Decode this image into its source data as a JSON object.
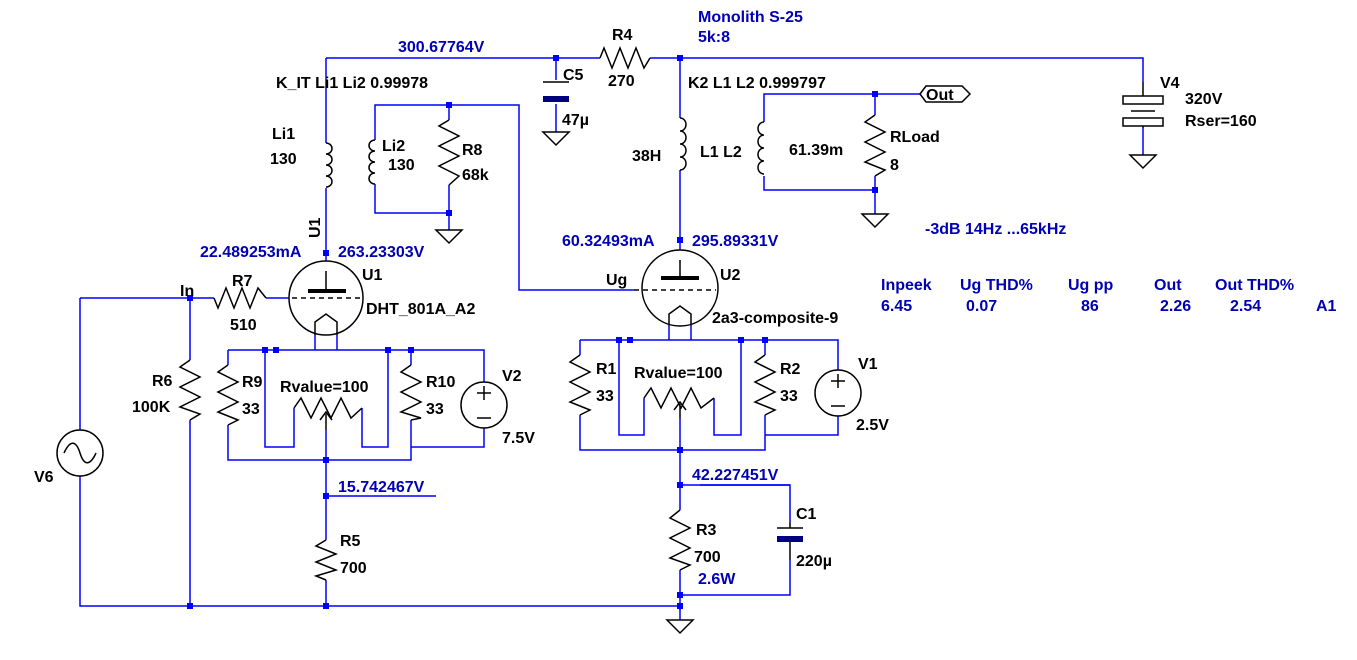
{
  "title": "Monolith S-25",
  "subtitle": "5k:8",
  "net_labels": {
    "b_plus": "300.67764V",
    "u1_current": "22.489253mA",
    "u1_plate": "263.23303V",
    "u2_current": "60.32493mA",
    "u2_plate": "295.89331V",
    "u1_cathode": "15.742467V",
    "u2_cathode": "42.227451V",
    "r3_power": "2.6W",
    "bandwidth": "-3dB  14Hz ...65kHz"
  },
  "directives": {
    "k_it": "K_IT Li1 Li2  0.99978",
    "k2": "K2 L1 L2 0.999797"
  },
  "ports": {
    "out": "Out",
    "in": "In",
    "ug": "Ug"
  },
  "components": {
    "R4": {
      "name": "R4",
      "value": "270"
    },
    "C5": {
      "name": "C5",
      "value": "47µ"
    },
    "V4": {
      "name": "V4",
      "value": "320V",
      "extra": "Rser=160"
    },
    "Li1": {
      "name": "Li1",
      "value": "130"
    },
    "Li2": {
      "name": "Li2",
      "value": "130"
    },
    "R8": {
      "name": "R8",
      "value": "68k"
    },
    "L1": {
      "name": "L1",
      "value": "38H"
    },
    "L2": {
      "name": "L2",
      "value": "61.39m"
    },
    "L1L2": "L1  L2",
    "RLoad": {
      "name": "RLoad",
      "value": "8"
    },
    "U1": {
      "name": "U1",
      "model": "DHT_801A_A2",
      "ref_rot": "U1"
    },
    "U2": {
      "name": "U2",
      "model": "2a3-composite-9"
    },
    "R7": {
      "name": "R7",
      "value": "510"
    },
    "R6": {
      "name": "R6",
      "value": "100K"
    },
    "R9": {
      "name": "R9",
      "value": "33"
    },
    "R10": {
      "name": "R10",
      "value": "33"
    },
    "Rpot1": {
      "value": "Rvalue=100"
    },
    "V2": {
      "name": "V2",
      "value": "7.5V"
    },
    "R5": {
      "name": "R5",
      "value": "700"
    },
    "V6": {
      "name": "V6"
    },
    "R1": {
      "name": "R1",
      "value": "33"
    },
    "R2": {
      "name": "R2",
      "value": "33"
    },
    "Rpot2": {
      "value": "Rvalue=100"
    },
    "V1": {
      "name": "V1",
      "value": "2.5V"
    },
    "R3": {
      "name": "R3",
      "value": "700"
    },
    "C1": {
      "name": "C1",
      "value": "220µ"
    }
  },
  "measurement_table": {
    "headers": [
      "Inpeek",
      "Ug THD%",
      "Ug pp",
      "Out",
      "Out THD%"
    ],
    "values": [
      "6.45",
      "0.07",
      "86",
      "2.26",
      "2.54"
    ],
    "cell_ref": "A1"
  }
}
